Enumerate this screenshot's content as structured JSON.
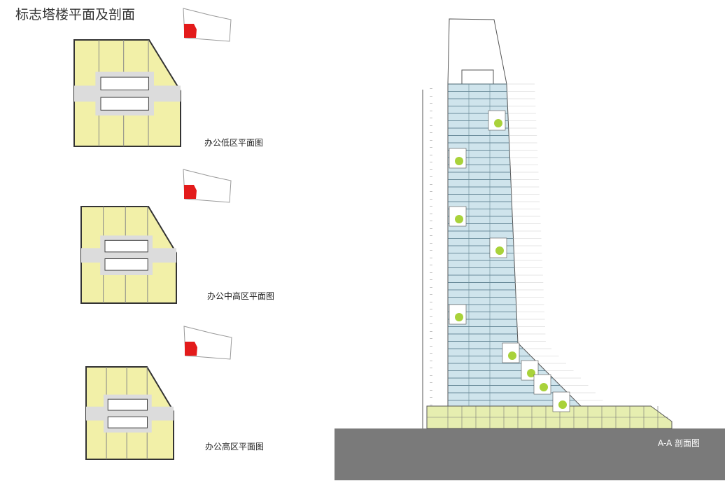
{
  "title": "标志塔楼平面及剖面",
  "plans": [
    {
      "label": "办公低区平面图"
    },
    {
      "label": "办公中高区平面图"
    },
    {
      "label": "办公高区平面图"
    }
  ],
  "section": {
    "label": "A-A 剖面图"
  },
  "colors": {
    "office_fill": "#f2f0a8",
    "core_fill": "#dcdcdc",
    "glass": "#cfe4ec",
    "podium": "#e6eeb0",
    "ground": "#7a7a7a",
    "site_highlight": "#e31b1b",
    "tree": "#a9d23a"
  }
}
